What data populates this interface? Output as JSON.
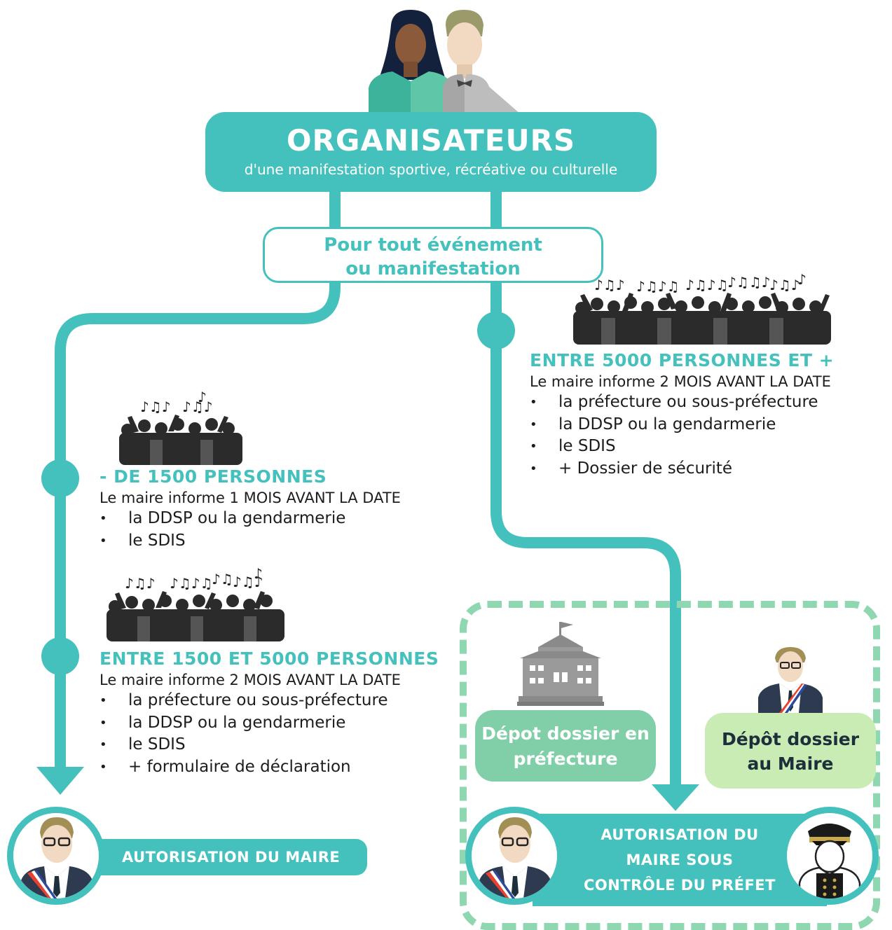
{
  "header": {
    "title": "ORGANISATEURS",
    "subtitle": "d'une manifestation sportive, récréative ou culturelle"
  },
  "event_box": {
    "line1": "Pour tout événement",
    "line2": "ou manifestation"
  },
  "sections": {
    "small": {
      "title": "- DE 1500 PERSONNES",
      "text": "Le maire informe 1 MOIS AVANT LA DATE",
      "items": [
        "la DDSP ou la gendarmerie",
        "le SDIS"
      ]
    },
    "medium": {
      "title": "ENTRE 1500 ET 5000 PERSONNES",
      "text": "Le maire informe 2 MOIS AVANT LA DATE",
      "items": [
        "la préfecture ou sous-préfecture",
        "la DDSP ou la gendarmerie",
        "le SDIS",
        "+ formulaire de déclaration"
      ]
    },
    "large": {
      "title": "ENTRE 5000 PERSONNES ET +",
      "text": "Le maire informe 2 MOIS AVANT LA DATE",
      "items": [
        "la préfecture ou sous-préfecture",
        "la DDSP ou la gendarmerie",
        "le SDIS",
        "+ Dossier de sécurité"
      ]
    }
  },
  "prefecture_box": {
    "line1": "Dépot dossier en",
    "line2": "préfecture"
  },
  "maire_box": {
    "line1": "Dépôt dossier",
    "line2": "au Maire"
  },
  "auth_left": {
    "label": "AUTORISATION DU MAIRE"
  },
  "auth_right": {
    "line1": "AUTORISATION DU",
    "line2": "MAIRE  SOUS",
    "line3": "CONTRÔLE DU PRÉFET"
  },
  "colors": {
    "teal": "#45c1bd",
    "mint": "#80cfa8",
    "light_green": "#c8ecb4",
    "dashed": "#8ed7b0",
    "crowd": "#2b2b2b"
  },
  "icons": [
    "organisers-icon",
    "crowd-icon",
    "music-notes-icon",
    "city-hall-icon",
    "mayor-icon",
    "prefect-icon"
  ]
}
